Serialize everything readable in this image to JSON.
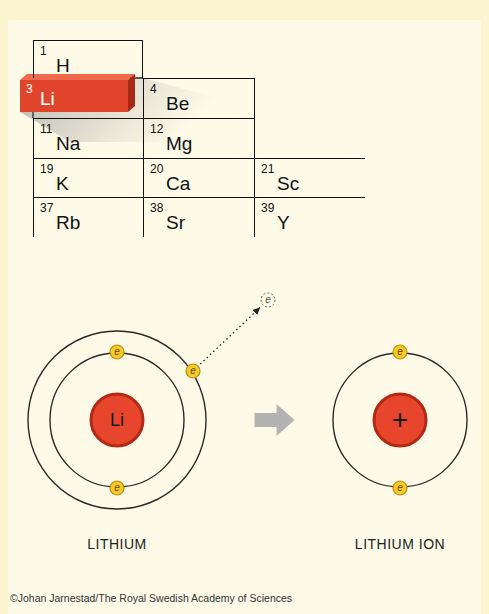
{
  "diagram": {
    "nodes": [
      {
        "text": [
          "1",
          "H"
        ]
      },
      {
        "text": [
          "3",
          "Li"
        ]
      },
      {
        "text": [
          "4",
          "Be"
        ]
      },
      {
        "text": [
          "11",
          "Na"
        ]
      },
      {
        "text": [
          "12",
          "Mg"
        ]
      },
      {
        "text": [
          "19",
          "K"
        ]
      },
      {
        "text": [
          "20",
          "Ca"
        ]
      },
      {
        "text": [
          "21",
          "Sc"
        ]
      },
      {
        "text": [
          "37",
          "Rb"
        ]
      },
      {
        "text": [
          "38",
          "Sr"
        ]
      },
      {
        "text": [
          "39",
          "Y"
        ]
      },
      {
        "text": [
          "e"
        ]
      },
      {
        "text": [
          "LITHIUM"
        ]
      },
      {
        "text": [
          "Li"
        ],
        "in": 12
      },
      {
        "text": [
          "e"
        ],
        "in": 12
      },
      {
        "text": [
          "e"
        ],
        "in": 12
      },
      {
        "text": [
          "e"
        ],
        "in": 12
      },
      {
        "text": [
          "LITHIUM ION"
        ]
      },
      {
        "text": [
          "+"
        ],
        "in": 17
      },
      {
        "text": [
          "e"
        ],
        "in": 17
      },
      {
        "text": [
          "e"
        ],
        "in": 17
      }
    ],
    "edges": [
      {
        "from": 15,
        "to": 11,
        "arrow": "to"
      },
      {
        "from": 12,
        "to": 17,
        "arrow": "to"
      }
    ],
    "labels": [
      "©Johan Jarnestad/The Royal Swedish Academy of Sciences"
    ]
  }
}
